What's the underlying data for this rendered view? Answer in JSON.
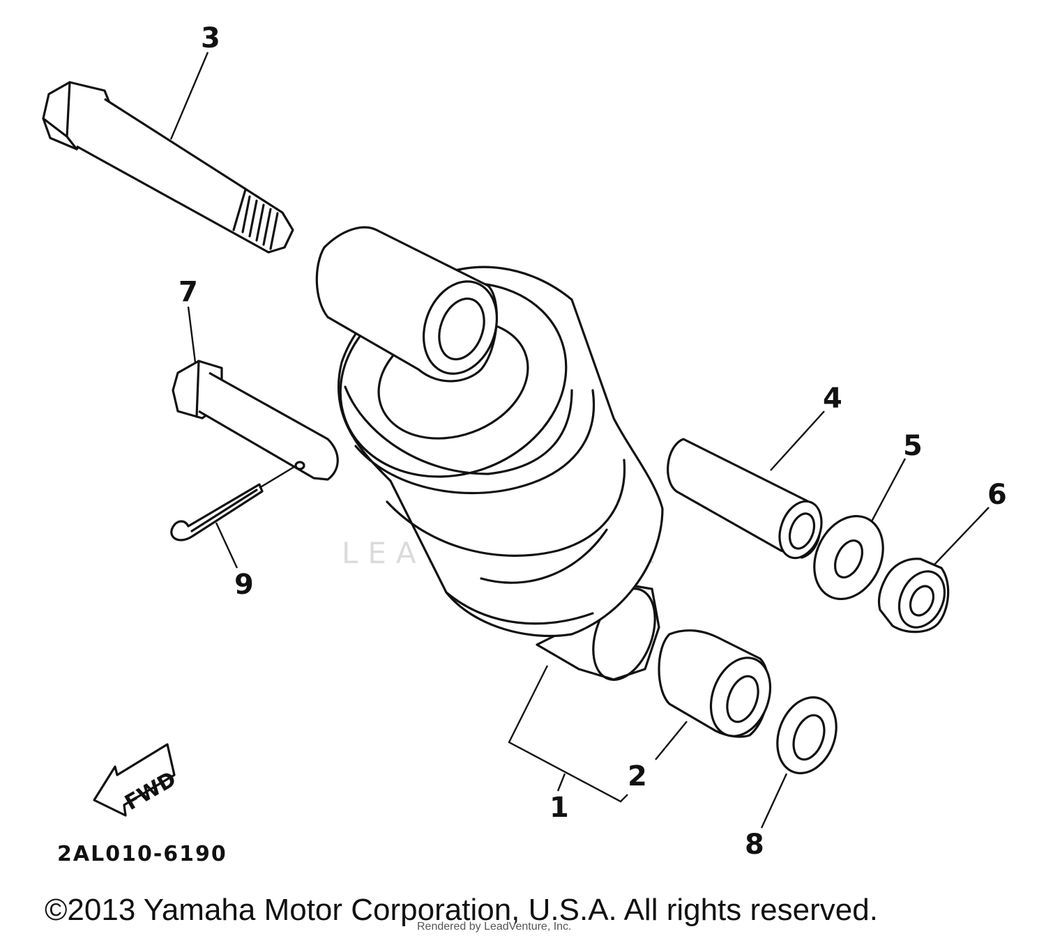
{
  "callouts": {
    "c1": "1",
    "c2": "2",
    "c3": "3",
    "c4": "4",
    "c5": "5",
    "c6": "6",
    "c7": "7",
    "c8": "8",
    "c9": "9"
  },
  "fwd_label": "FWD",
  "diagram_code": "2AL010-6190",
  "watermark": "LEADVENTURE",
  "copyright": "©2013 Yamaha Motor Corporation, U.S.A. All rights reserved.",
  "rendered_by": "Rendered by LeadVenture, Inc."
}
